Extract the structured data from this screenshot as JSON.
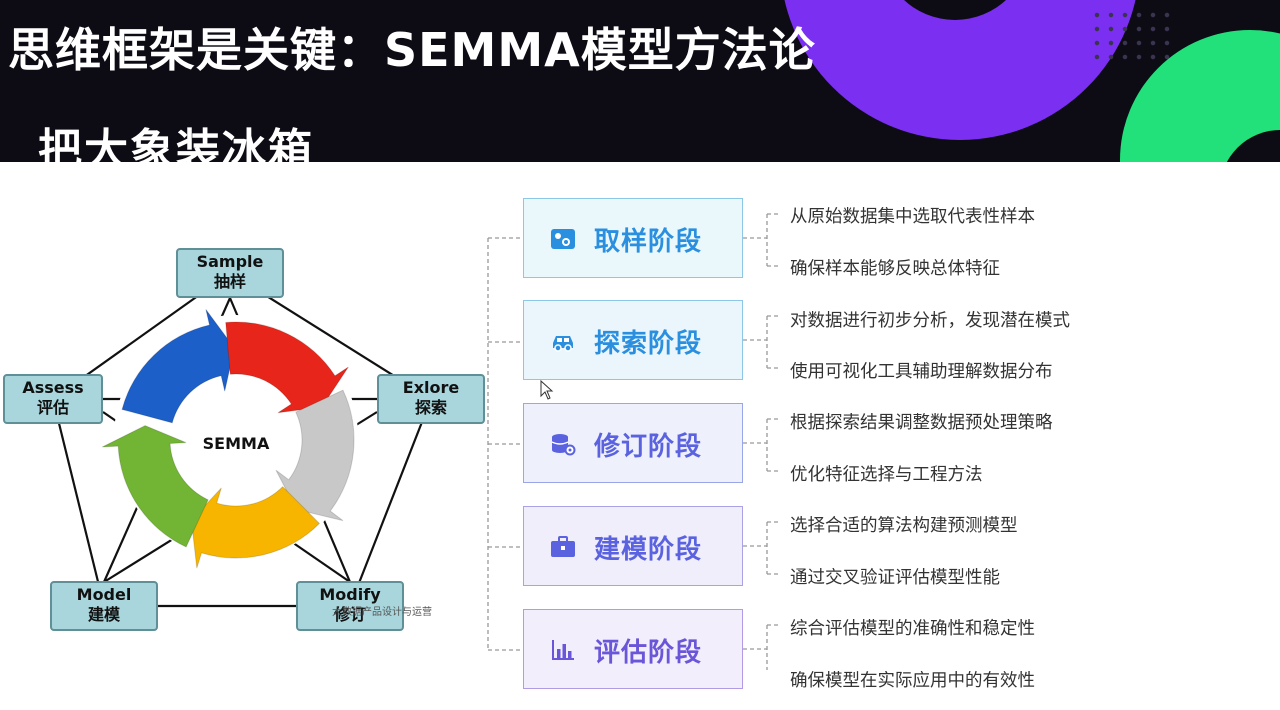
{
  "header": {
    "title": "思维框架是关键：SEMMA模型方法论",
    "subtitle": "把大象装冰箱"
  },
  "diagram": {
    "center_label": "SEMMA",
    "nodes": {
      "sample": {
        "en": "Sample",
        "zh": "抽样"
      },
      "explore": {
        "en": "Exlore",
        "zh": "探索"
      },
      "modify": {
        "en": "Modify",
        "zh": "修订"
      },
      "model": {
        "en": "Model",
        "zh": "建模"
      },
      "assess": {
        "en": "Assess",
        "zh": "评估"
      }
    },
    "arrow_colors": [
      "#1c5fc8",
      "#e8251a",
      "#c8c8c8",
      "#f7b500",
      "#72b433"
    ],
    "watermark": "大数据产品设计与运营"
  },
  "stages": [
    {
      "label": "取样阶段",
      "icon": "sample-image-icon",
      "color": "#2b8fe0",
      "points": [
        "从原始数据集中选取代表性样本",
        "确保样本能够反映总体特征"
      ]
    },
    {
      "label": "探索阶段",
      "icon": "car-icon",
      "color": "#2b8fe0",
      "points": [
        "对数据进行初步分析，发现潜在模式",
        "使用可视化工具辅助理解数据分布"
      ]
    },
    {
      "label": "修订阶段",
      "icon": "database-settings-icon",
      "color": "#5a62e0",
      "points": [
        "根据探索结果调整数据预处理策略",
        "优化特征选择与工程方法"
      ]
    },
    {
      "label": "建模阶段",
      "icon": "toolbox-icon",
      "color": "#5a62e0",
      "points": [
        "选择合适的算法构建预测模型",
        "通过交叉验证评估模型性能"
      ]
    },
    {
      "label": "评估阶段",
      "icon": "bar-chart-icon",
      "color": "#6a56d8",
      "points": [
        "综合评估模型的准确性和稳定性",
        "确保模型在实际应用中的有效性"
      ]
    }
  ],
  "stage_styles": {
    "border_colors": [
      "#8cc8e6",
      "#8cc8e6",
      "#9aa6ea",
      "#a9a2e6",
      "#b19ae6"
    ],
    "fill_colors": [
      "#eaf8fb",
      "#eaf6fb",
      "#eef1fb",
      "#f0eefb",
      "#f2eefb"
    ]
  }
}
